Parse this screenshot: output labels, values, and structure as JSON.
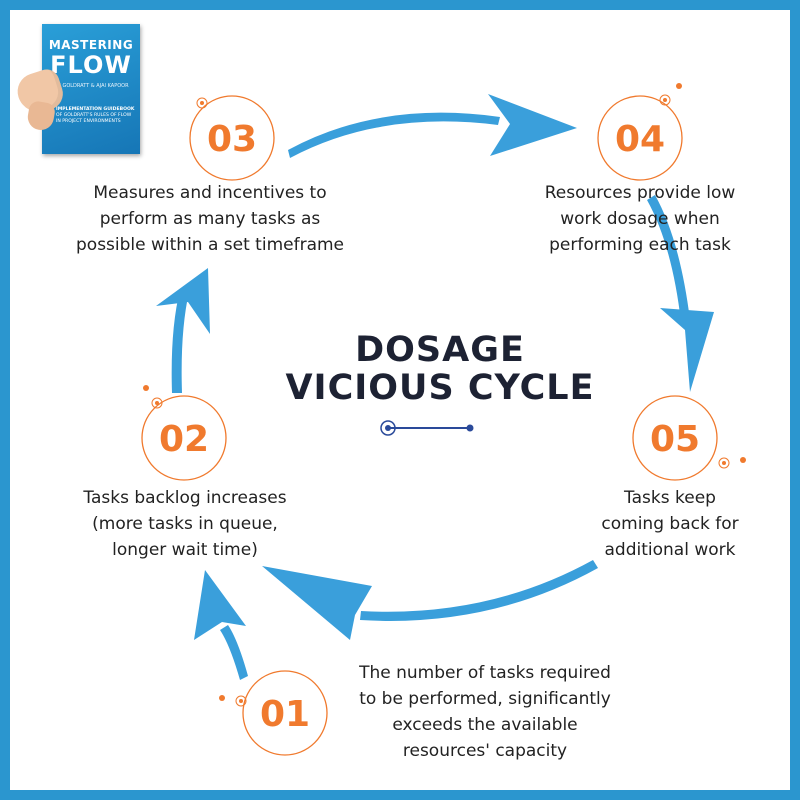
{
  "book": {
    "title_line1": "MASTERING",
    "title_line2": "FLOW",
    "authors": "ELI GOLDRATT & AJAI KAPOOR",
    "subtitle_lines": [
      "IMPLEMENTATION GUIDEBOOK",
      "OF GOLDRATT'S RULES OF FLOW",
      "IN PROJECT ENVIRONMENTS"
    ]
  },
  "title": {
    "line1": "DOSAGE",
    "line2": "VICIOUS CYCLE"
  },
  "steps": [
    {
      "number": "01",
      "text": [
        "The number of tasks required",
        "to be performed, significantly",
        "exceeds the available",
        "resources' capacity"
      ]
    },
    {
      "number": "02",
      "text": [
        "Tasks backlog increases",
        "(more tasks in queue,",
        "longer wait time)"
      ]
    },
    {
      "number": "03",
      "text": [
        "Measures and incentives to",
        "perform as many tasks as",
        "possible within a set timeframe"
      ]
    },
    {
      "number": "04",
      "text": [
        "Resources provide low",
        "work dosage when",
        "performing each task"
      ]
    },
    {
      "number": "05",
      "text": [
        "Tasks keep",
        "coming back for",
        "additional work"
      ]
    }
  ],
  "colors": {
    "frame": "#2b96cf",
    "arrow": "#3a9fdb",
    "circle": "#f07a2e",
    "number": "#f07a2e",
    "title": "#1d2233",
    "divider": "#2a4a9a"
  },
  "icons": {
    "arrow": "curved-arrow-icon",
    "connector": "divider-connector-icon"
  }
}
